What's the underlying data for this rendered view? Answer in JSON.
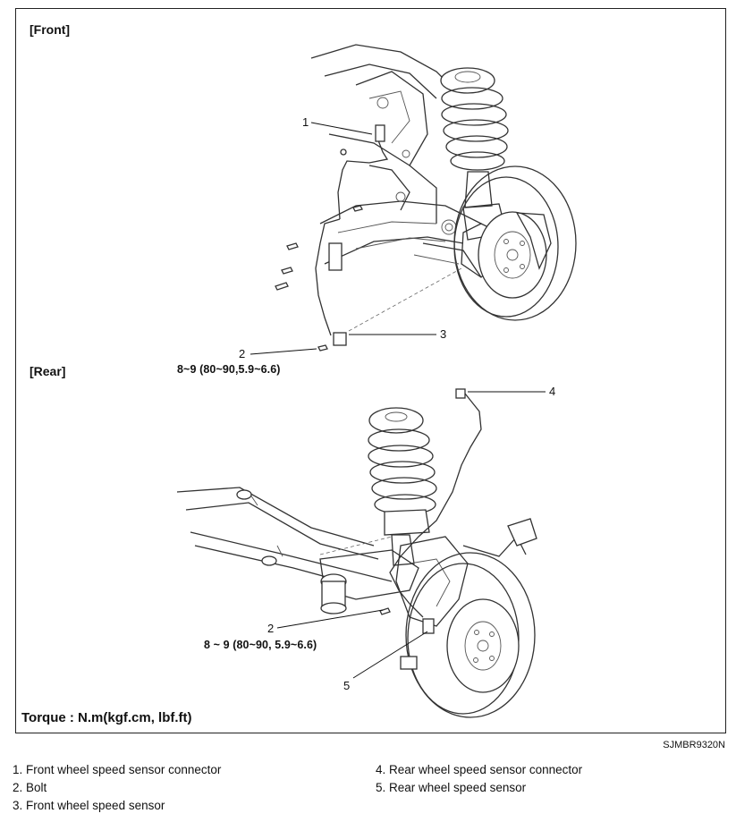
{
  "figure": {
    "front_label": "[Front]",
    "rear_label": "[Rear]",
    "front_callouts": [
      "1",
      "2",
      "3"
    ],
    "rear_callouts": [
      "4",
      "2",
      "5"
    ],
    "front_bolt_torque": "8~9 (80~90,5.9~6.6)",
    "rear_bolt_torque": "8 ~ 9 (80~90, 5.9~6.6)",
    "torque_units": "Torque : N.m(kgf.cm, lbf.ft)"
  },
  "figure_code": "SJMBR9320N",
  "legend": {
    "left": [
      "1. Front wheel speed sensor connector",
      "2. Bolt",
      "3. Front wheel speed sensor"
    ],
    "right": [
      "4. Rear wheel speed sensor connector",
      "5. Rear wheel speed sensor"
    ]
  }
}
